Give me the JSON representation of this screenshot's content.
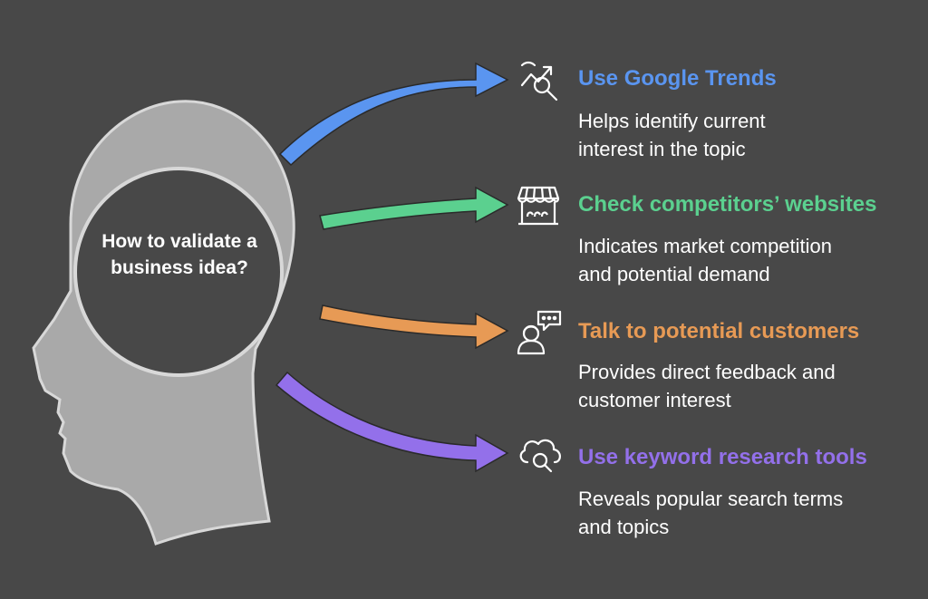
{
  "center": {
    "text": "How to validate a business idea?"
  },
  "colors": {
    "background": "#484848",
    "head": "#a9a9a9",
    "head_outline": "#d8d8d8",
    "blue": "#5a95f0",
    "green": "#5bd08f",
    "orange": "#e79a55",
    "purple": "#9370ea"
  },
  "items": [
    {
      "title": "Use Google Trends",
      "desc": "Helps identify current interest in the topic",
      "icon": "trend-search-icon"
    },
    {
      "title": "Check competitors’ websites",
      "desc": "Indicates market competition and potential demand",
      "icon": "storefront-icon"
    },
    {
      "title": "Talk to potential customers",
      "desc": "Provides direct feedback and customer interest",
      "icon": "person-chat-icon"
    },
    {
      "title": "Use keyword research tools",
      "desc": "Reveals popular search terms and topics",
      "icon": "cloud-search-icon"
    }
  ]
}
